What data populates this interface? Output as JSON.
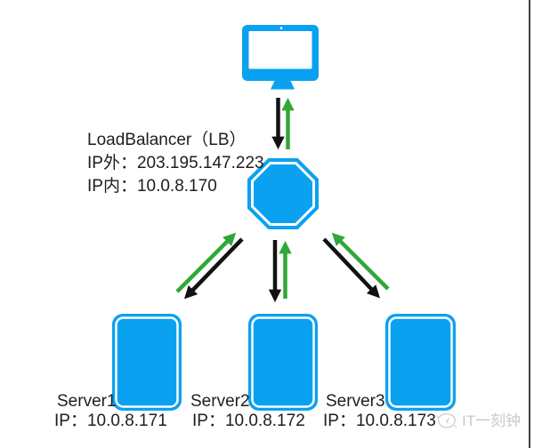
{
  "colors": {
    "blue": "#0aa1f0",
    "green": "#2fa837",
    "black": "#121212",
    "text": "#1e1e1e",
    "watermark": "#c9c9c9",
    "edge": "#3f3f3f",
    "white": "#ffffff"
  },
  "load_balancer": {
    "title": "LoadBalancer（LB）",
    "ip_external": "IP外：203.195.147.223",
    "ip_internal": "IP内：10.0.8.170"
  },
  "servers": [
    {
      "name": "Server1",
      "ip": "IP：10.0.8.171"
    },
    {
      "name": "Server2",
      "ip": "IP：10.0.8.172"
    },
    {
      "name": "Server3",
      "ip": "IP：10.0.8.173"
    }
  ],
  "watermark": {
    "text": "IT一刻钟"
  },
  "icons": {
    "client": "monitor-icon",
    "load_balancer": "octagon-shape",
    "server": "rounded-rect-shape",
    "request_arrow": "black-arrow",
    "response_arrow": "green-arrow",
    "watermark_icon": "clock-doodle-icon"
  }
}
